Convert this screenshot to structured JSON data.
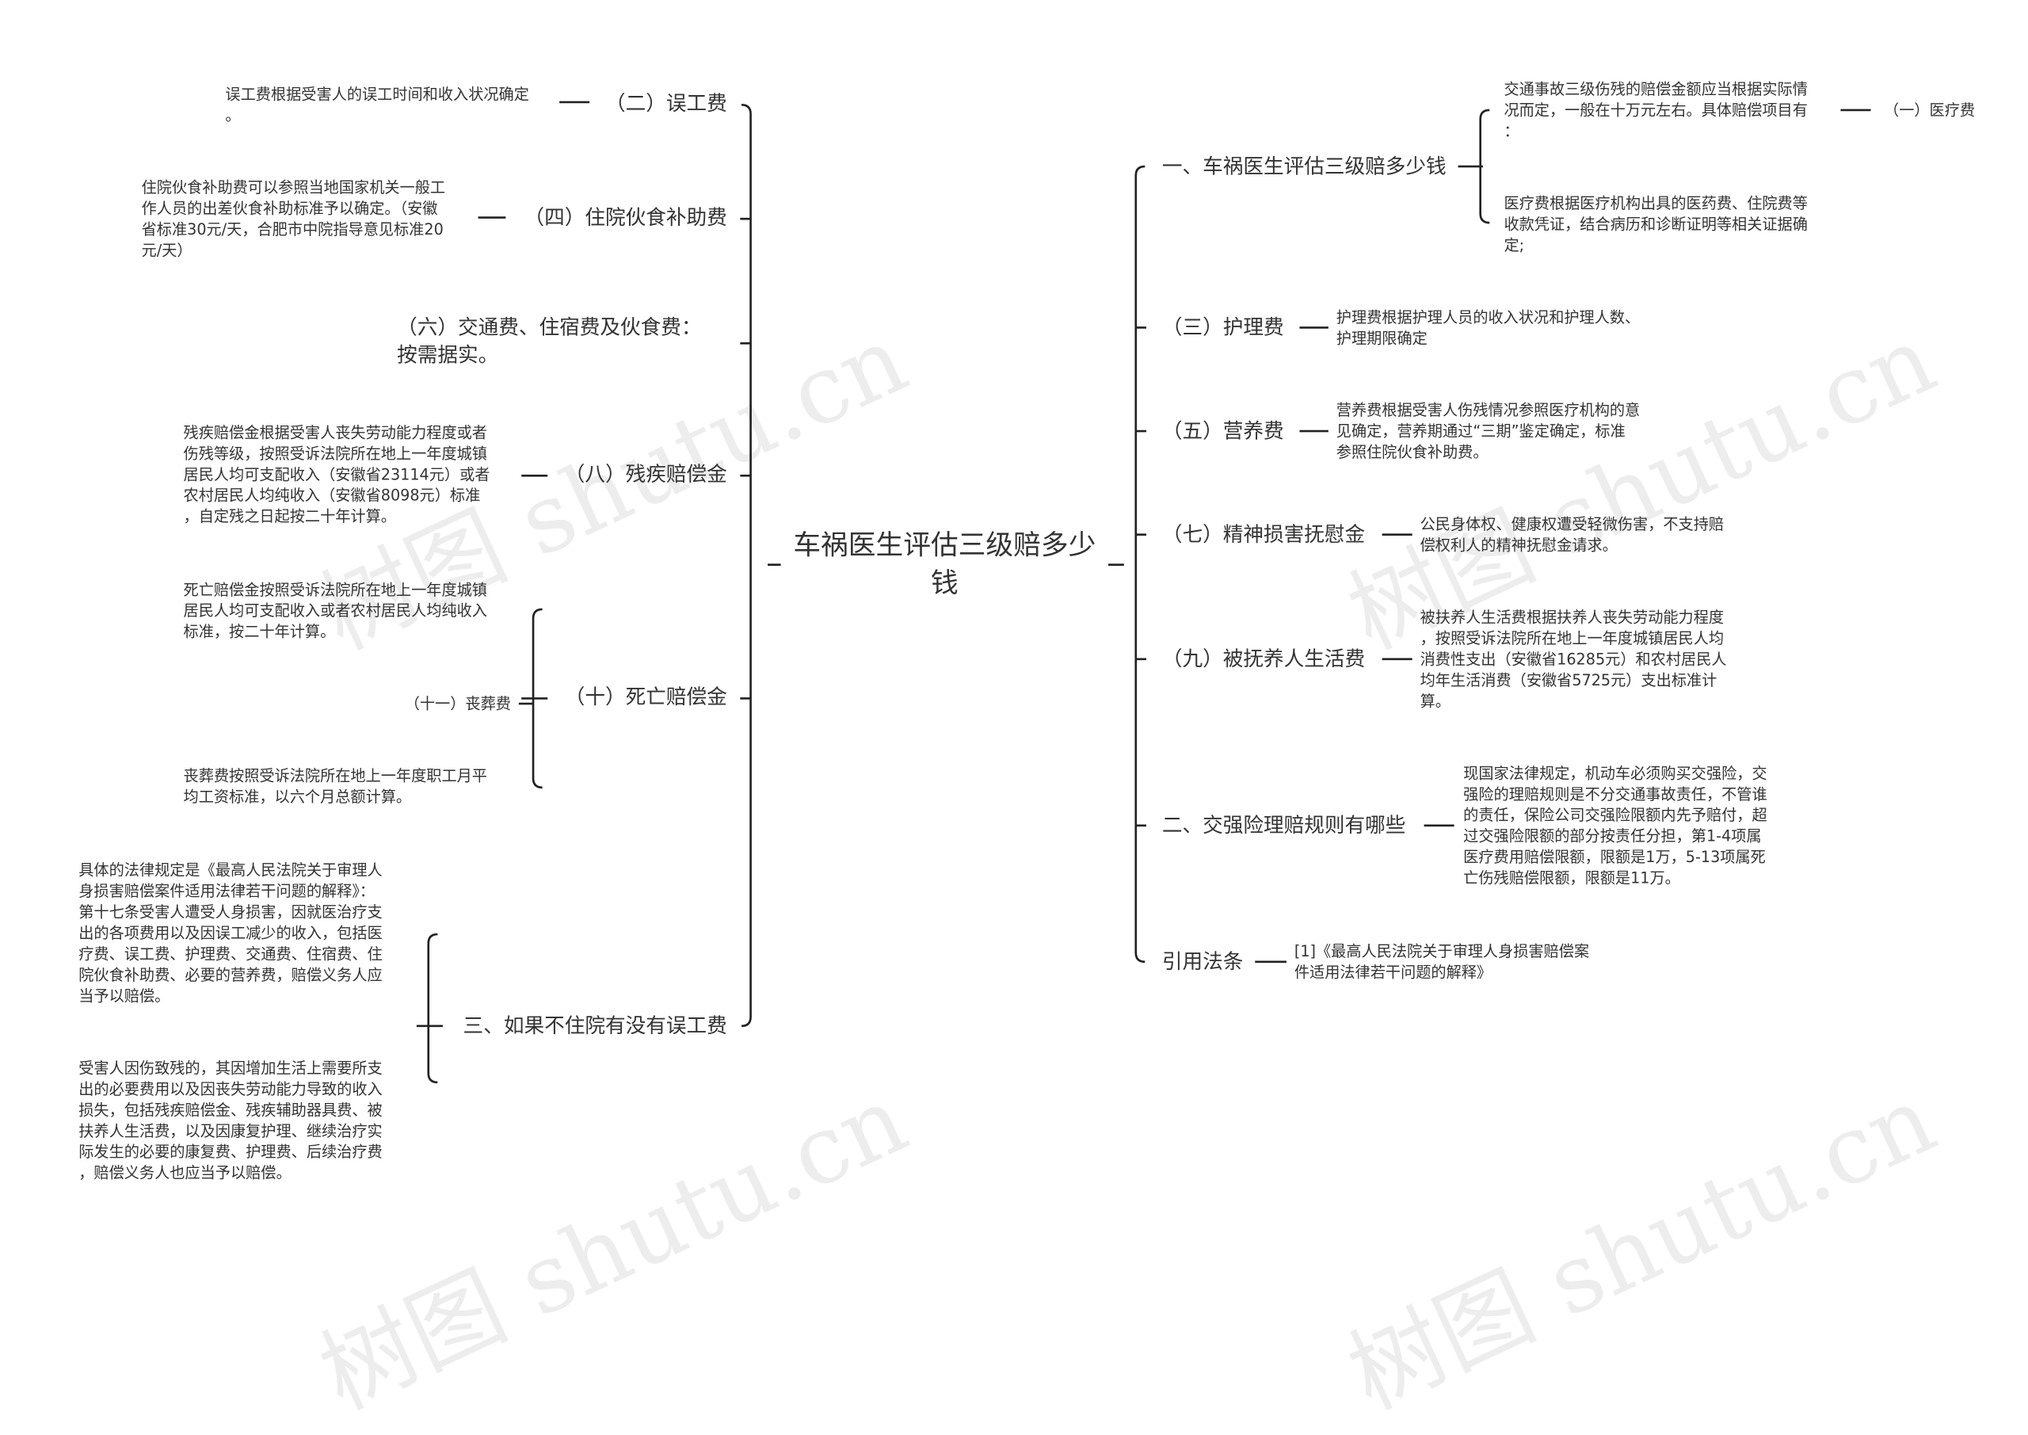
{
  "root": {
    "title": "车祸医生评估三级赔多少钱"
  },
  "watermark": {
    "text": "树图 shutu.cn"
  },
  "left": [
    {
      "label": "（二）误工费",
      "desc": "误工费根据受害人的误工时间和收入状况确定\n。"
    },
    {
      "label": "（四）住院伙食补助费",
      "desc": "住院伙食补助费可以参照当地国家机关一般工\n作人员的出差伙食补助标准予以确定。（安徽\n省标准30元/天，合肥市中院指导意见标准20\n元/天）"
    },
    {
      "label": "（六）交通费、住宿费及伙食费：\n按需据实。"
    },
    {
      "label": "（八）残疾赔偿金",
      "desc": "残疾赔偿金根据受害人丧失劳动能力程度或者\n伤残等级，按照受诉法院所在地上一年度城镇\n居民人均可支配收入（安徽省23114元）或者\n农村居民人均纯收入（安徽省8098元）标准\n，自定残之日起按二十年计算。"
    },
    {
      "label": "（十）死亡赔偿金",
      "children": [
        "死亡赔偿金按照受诉法院所在地上一年度城镇\n居民人均可支配收入或者农村居民人均纯收入\n标准，按二十年计算。",
        "（十一）丧葬费",
        "丧葬费按照受诉法院所在地上一年度职工月平\n均工资标准，以六个月总额计算。"
      ]
    },
    {
      "label": "三、如果不住院有没有误工费",
      "children": [
        "具体的法律规定是《最高人民法院关于审理人\n身损害赔偿案件适用法律若干问题的解释》：\n第十七条受害人遭受人身损害，因就医治疗支\n出的各项费用以及因误工减少的收入，包括医\n疗费、误工费、护理费、交通费、住宿费、住\n院伙食补助费、必要的营养费，赔偿义务人应\n当予以赔偿。",
        "受害人因伤致残的，其因增加生活上需要所支\n出的必要费用以及因丧失劳动能力导致的收入\n损失，包括残疾赔偿金、残疾辅助器具费、被\n扶养人生活费，以及因康复护理、继续治疗实\n际发生的必要的康复费、护理费、后续治疗费\n，赔偿义务人也应当予以赔偿。"
      ]
    }
  ],
  "right": [
    {
      "label": "一、车祸医生评估三级赔多少钱",
      "children": [
        {
          "text": "交通事故三级伤残的赔偿金额应当根据实际情\n况而定，一般在十万元左右。具体赔偿项目有\n：",
          "child": "（一）医疗费"
        },
        {
          "text": "医疗费根据医疗机构出具的医药费、住院费等\n收款凭证，结合病历和诊断证明等相关证据确\n定;"
        }
      ]
    },
    {
      "label": "（三）护理费",
      "desc": "护理费根据护理人员的收入状况和护理人数、\n护理期限确定"
    },
    {
      "label": "（五）营养费",
      "desc": "营养费根据受害人伤残情况参照医疗机构的意\n见确定，营养期通过“三期”鉴定确定，标准\n参照住院伙食补助费。"
    },
    {
      "label": "（七）精神损害抚慰金",
      "desc": "公民身体权、健康权遭受轻微伤害，不支持赔\n偿权利人的精神抚慰金请求。"
    },
    {
      "label": "（九）被抚养人生活费",
      "desc": "被扶养人生活费根据扶养人丧失劳动能力程度\n，按照受诉法院所在地上一年度城镇居民人均\n消费性支出（安徽省16285元）和农村居民人\n均年生活消费（安徽省5725元）支出标准计\n算。"
    },
    {
      "label": "二、交强险理赔规则有哪些",
      "desc": "现国家法律规定，机动车必须购买交强险，交\n强险的理赔规则是不分交通事故责任，不管谁\n的责任，保险公司交强险限额内先予赔付，超\n过交强险限额的部分按责任分担，第1-4项属\n医疗费用赔偿限额，限额是1万，5-13项属死\n亡伤残赔偿限额，限额是11万。"
    },
    {
      "label": "引用法条",
      "desc": "[1]《最高人民法院关于审理人身损害赔偿案\n件适用法律若干问题的解释》"
    }
  ],
  "colors": {
    "line": "#222222",
    "text": "#333333"
  }
}
